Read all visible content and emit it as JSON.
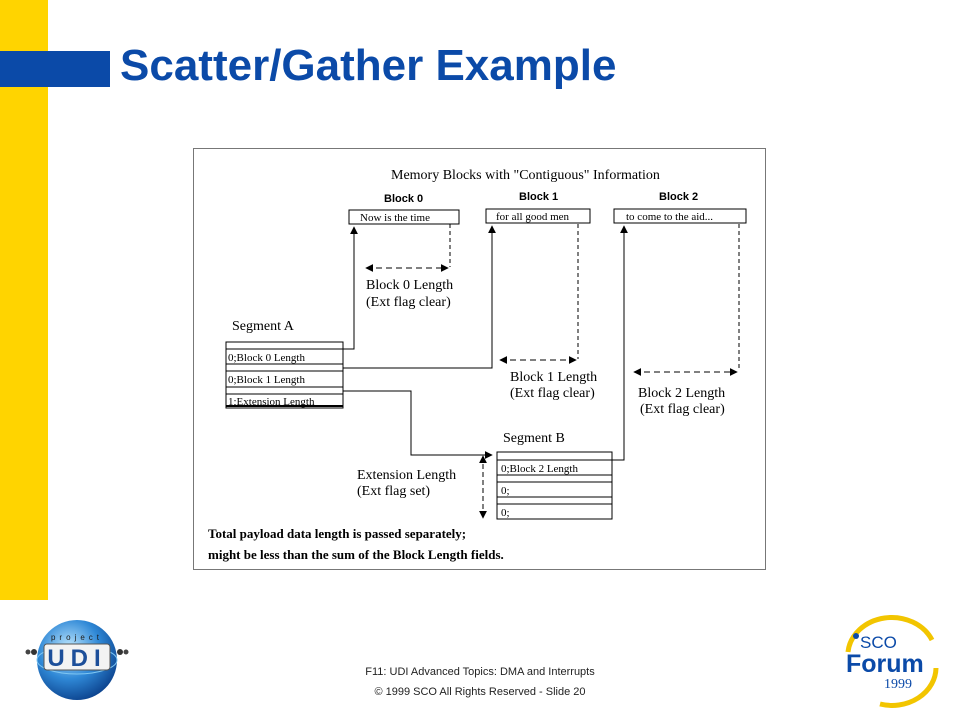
{
  "slide": {
    "title": "Scatter/Gather Example",
    "footer_line1": "F11: UDI Advanced Topics: DMA and Interrupts",
    "footer_line2": "© 1999 SCO  All Rights Reserved - Slide 20"
  },
  "colors": {
    "yellow": "#ffd400",
    "blue": "#0b4aa8"
  },
  "diagram": {
    "heading": "Memory Blocks with \"Contiguous\" Information",
    "blocks": [
      {
        "label": "Block 0",
        "content": "Now is the time"
      },
      {
        "label": "Block 1",
        "content": "for all good men"
      },
      {
        "label": "Block 2",
        "content": "to come to the aid..."
      }
    ],
    "block_lengths": [
      {
        "line1": "Block 0 Length",
        "line2": "(Ext flag clear)"
      },
      {
        "line1": "Block 1 Length",
        "line2": "(Ext flag clear)"
      },
      {
        "line1": "Block 2 Length",
        "line2": "(Ext flag clear)"
      }
    ],
    "segment_a": {
      "title": "Segment A",
      "rows": [
        "0;Block 0 Length",
        "0;Block 1 Length",
        "1;Extension Length"
      ]
    },
    "segment_b": {
      "title": "Segment B",
      "rows": [
        "0;Block 2 Length",
        "0;",
        "0;"
      ]
    },
    "extension": {
      "line1": "Extension Length",
      "line2": "(Ext flag set)"
    },
    "note": {
      "line1": "Total payload data length is passed separately;",
      "line2": "might be less than the sum of the Block Length fields."
    }
  },
  "logos": {
    "udi_top": "project",
    "udi_main": "UDI",
    "sco_top": "SCO",
    "sco_main": "Forum",
    "sco_year": "1999"
  }
}
